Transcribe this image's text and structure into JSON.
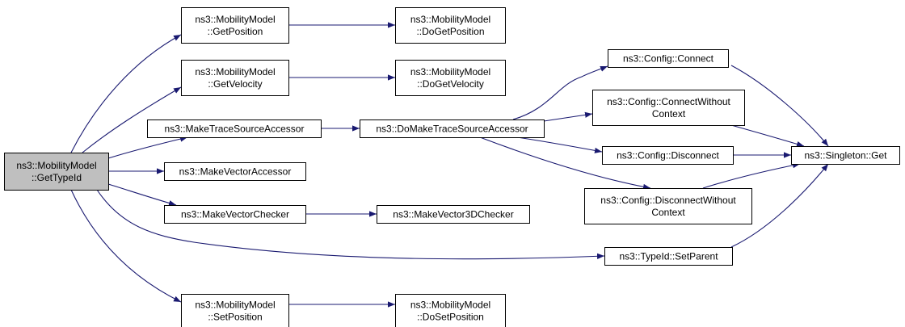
{
  "diagram": {
    "colors": {
      "edge": "#191970",
      "node_fill": "#ffffff",
      "root_fill": "#bfbfbf",
      "border": "#000000"
    },
    "nodes": [
      {
        "id": "root",
        "lines": [
          "ns3::MobilityModel",
          "::GetTypeId"
        ],
        "root": true
      },
      {
        "id": "getpos",
        "lines": [
          "ns3::MobilityModel",
          "::GetPosition"
        ]
      },
      {
        "id": "dogetpos",
        "lines": [
          "ns3::MobilityModel",
          "::DoGetPosition"
        ]
      },
      {
        "id": "getvel",
        "lines": [
          "ns3::MobilityModel",
          "::GetVelocity"
        ]
      },
      {
        "id": "dogetvel",
        "lines": [
          "ns3::MobilityModel",
          "::DoGetVelocity"
        ]
      },
      {
        "id": "mktsa",
        "lines": [
          "ns3::MakeTraceSourceAccessor"
        ]
      },
      {
        "id": "domktsa",
        "lines": [
          "ns3::DoMakeTraceSourceAccessor"
        ]
      },
      {
        "id": "mkva",
        "lines": [
          "ns3::MakeVectorAccessor"
        ]
      },
      {
        "id": "mkvc",
        "lines": [
          "ns3::MakeVectorChecker"
        ]
      },
      {
        "id": "mkv3c",
        "lines": [
          "ns3::MakeVector3DChecker"
        ]
      },
      {
        "id": "connect",
        "lines": [
          "ns3::Config::Connect"
        ]
      },
      {
        "id": "connwc",
        "lines": [
          "ns3::Config::ConnectWithout",
          "Context"
        ]
      },
      {
        "id": "disconnect",
        "lines": [
          "ns3::Config::Disconnect"
        ]
      },
      {
        "id": "discwc",
        "lines": [
          "ns3::Config::DisconnectWithout",
          "Context"
        ]
      },
      {
        "id": "singleton",
        "lines": [
          "ns3::Singleton::Get"
        ]
      },
      {
        "id": "setparent",
        "lines": [
          "ns3::TypeId::SetParent"
        ]
      },
      {
        "id": "setpos",
        "lines": [
          "ns3::MobilityModel",
          "::SetPosition"
        ]
      },
      {
        "id": "dosetpos",
        "lines": [
          "ns3::MobilityModel",
          "::DoSetPosition"
        ]
      }
    ],
    "edges": [
      {
        "from": "root",
        "to": "getpos"
      },
      {
        "from": "root",
        "to": "getvel"
      },
      {
        "from": "root",
        "to": "mktsa"
      },
      {
        "from": "root",
        "to": "mkva"
      },
      {
        "from": "root",
        "to": "mkvc"
      },
      {
        "from": "root",
        "to": "setparent"
      },
      {
        "from": "root",
        "to": "setpos"
      },
      {
        "from": "getpos",
        "to": "dogetpos"
      },
      {
        "from": "getvel",
        "to": "dogetvel"
      },
      {
        "from": "mktsa",
        "to": "domktsa"
      },
      {
        "from": "mkvc",
        "to": "mkv3c"
      },
      {
        "from": "domktsa",
        "to": "connect"
      },
      {
        "from": "domktsa",
        "to": "connwc"
      },
      {
        "from": "domktsa",
        "to": "disconnect"
      },
      {
        "from": "domktsa",
        "to": "discwc"
      },
      {
        "from": "connect",
        "to": "singleton"
      },
      {
        "from": "connwc",
        "to": "singleton"
      },
      {
        "from": "disconnect",
        "to": "singleton"
      },
      {
        "from": "discwc",
        "to": "singleton"
      },
      {
        "from": "setpos",
        "to": "dosetpos"
      },
      {
        "from": "setparent",
        "to": "singleton"
      }
    ]
  }
}
